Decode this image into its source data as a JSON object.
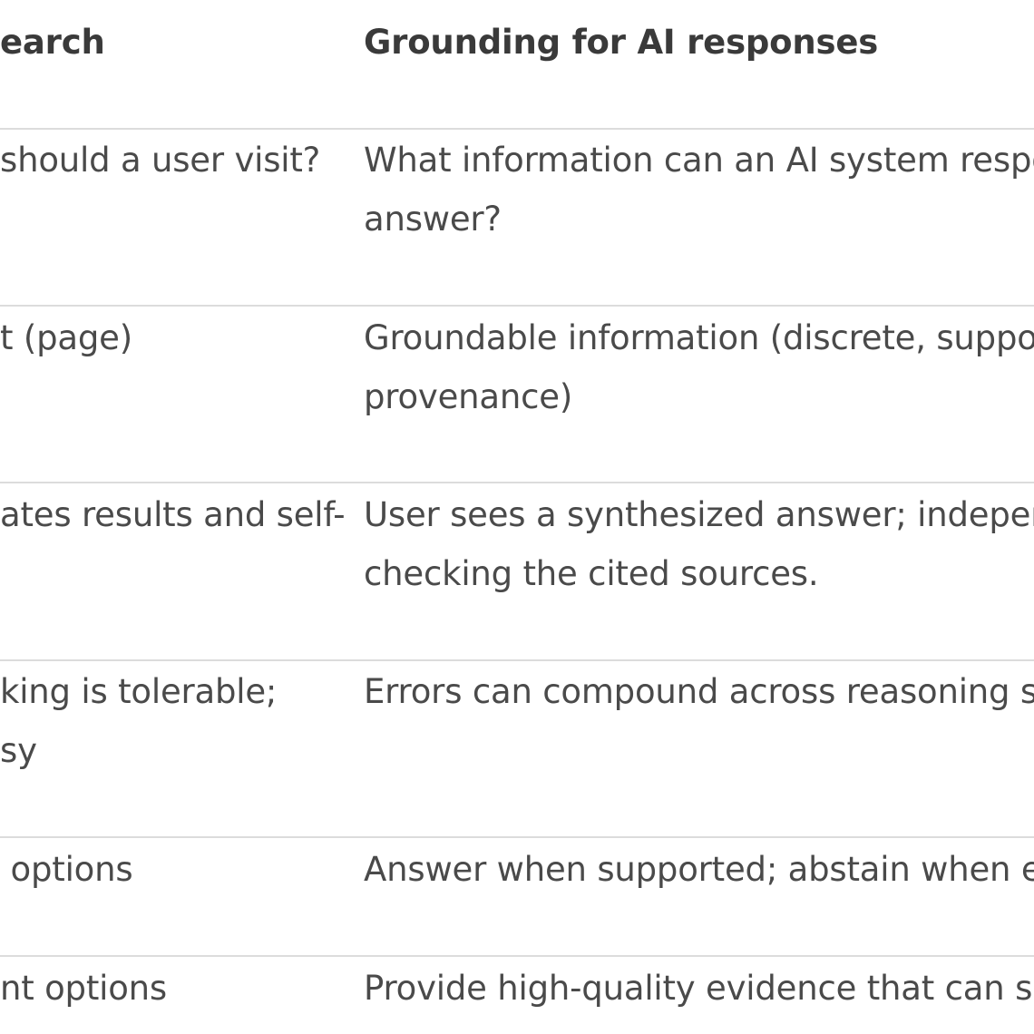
{
  "table": {
    "headers": {
      "col1": "earch",
      "col2": "Grounding for AI responses"
    },
    "rows": [
      {
        "col1": [
          "should a user visit?"
        ],
        "col2": [
          "What information can an AI system respo",
          "answer?"
        ]
      },
      {
        "col1": [
          "t (page)"
        ],
        "col2": [
          "Groundable information (discrete, suppor",
          "provenance)"
        ]
      },
      {
        "col1": [
          "ates results and self-"
        ],
        "col2": [
          "User sees a synthesized answer; independ",
          "checking the cited sources."
        ]
      },
      {
        "col1": [
          "king is tolerable;",
          "sy"
        ],
        "col2": [
          "Errors can compound across reasoning st"
        ]
      },
      {
        "col1": [
          " options"
        ],
        "col2": [
          "Answer when supported; abstain when ev"
        ]
      },
      {
        "col1": [
          "nt options"
        ],
        "col2": [
          "Provide high-quality evidence that can su"
        ]
      }
    ]
  }
}
